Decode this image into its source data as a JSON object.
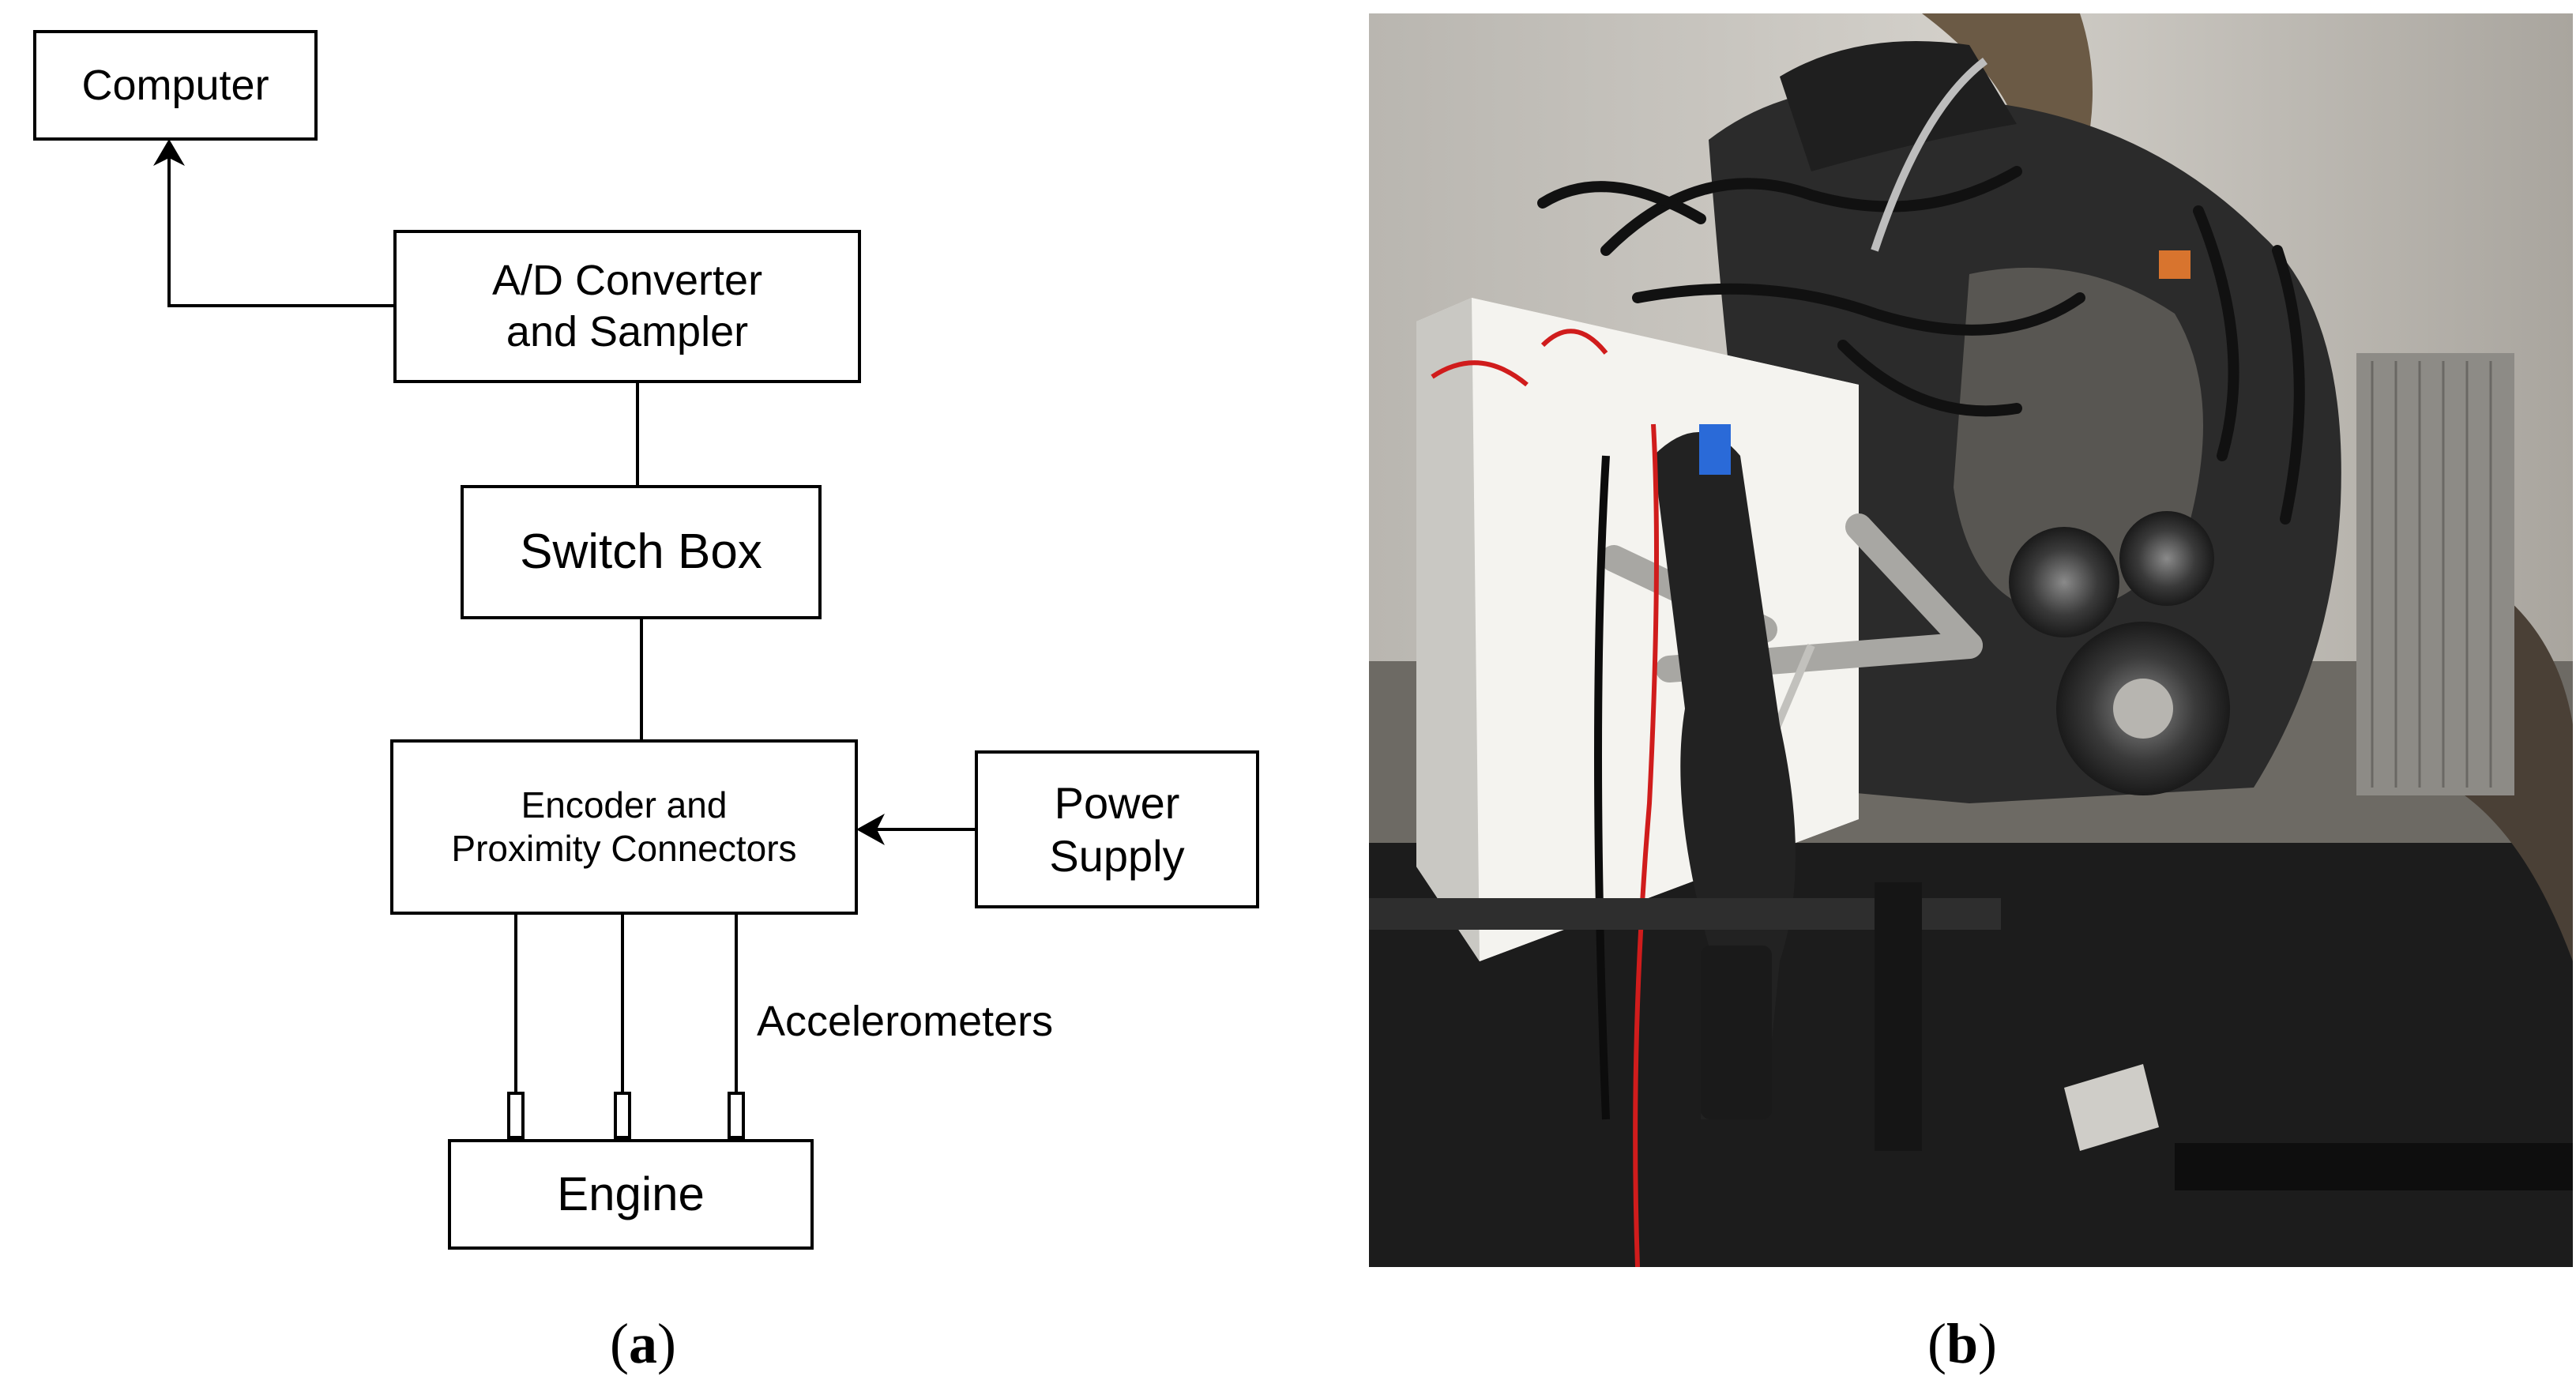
{
  "panel_a": {
    "caption_letter": "a",
    "computer": "Computer",
    "ad_converter_line1": "A/D Converter",
    "ad_converter_line2": "and Sampler",
    "switch_box": "Switch Box",
    "encoder_line1": "Encoder and",
    "encoder_line2": "Proximity Connectors",
    "power_supply_line1": "Power",
    "power_supply_line2": "Supply",
    "accelerometers": "Accelerometers",
    "engine": "Engine"
  },
  "panel_b": {
    "caption_letter": "b",
    "photo_subject": "engine test rig with mounted box, wiring harness and accelerator pedal"
  },
  "colors": {
    "ink": "#000000",
    "wall": "#c9c6c0",
    "engine_dark": "#2a2a2a",
    "box_white": "#f2f2f0",
    "wire_red": "#d01c1c",
    "wire_blue": "#2a6ad8"
  }
}
